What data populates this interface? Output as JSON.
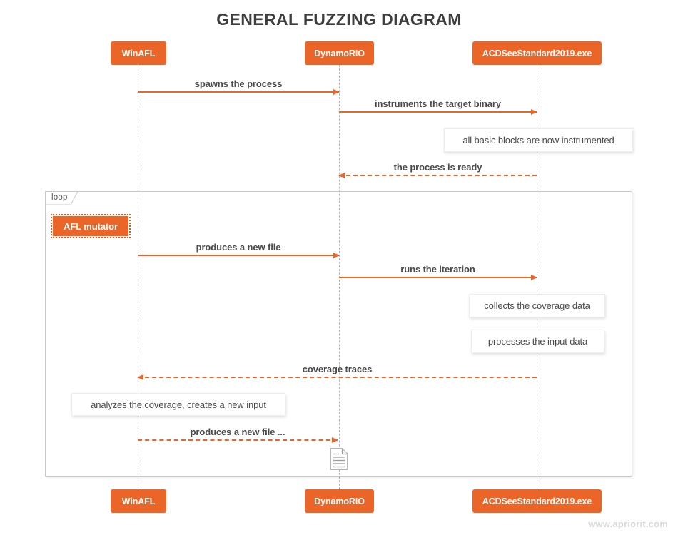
{
  "title": "GENERAL FUZZING DIAGRAM",
  "actors": {
    "winafl": "WinAFL",
    "dynamorio": "DynamoRIO",
    "target": "ACDSeeStandard2019.exe"
  },
  "loop": {
    "label": "loop",
    "mutator_label": "AFL mutator"
  },
  "messages": {
    "spawns": "spawns the process",
    "instruments": "instruments the target binary",
    "ready": "the process is ready",
    "produces": "produces a new file",
    "runs": "runs the iteration",
    "coverage": "coverage traces",
    "produces_again": "produces a new file ..."
  },
  "notes": {
    "instrumented": "all basic blocks are now instrumented",
    "collects": "collects the coverage data",
    "processes": "processes the input data",
    "analyzes": "analyzes the coverage, creates a new input"
  },
  "icons": {
    "document": "document-icon"
  },
  "watermark": "www.apriorit.com",
  "colors": {
    "accent": "#EB6428",
    "accent_dark": "#DC5B20",
    "lifeline": "#B4B4B4",
    "frame_border": "#C8C8C8",
    "note_border": "#EDEDED",
    "text": "#4A4A4A",
    "title": "#3E3E3E",
    "watermark": "#D8D8D8"
  }
}
